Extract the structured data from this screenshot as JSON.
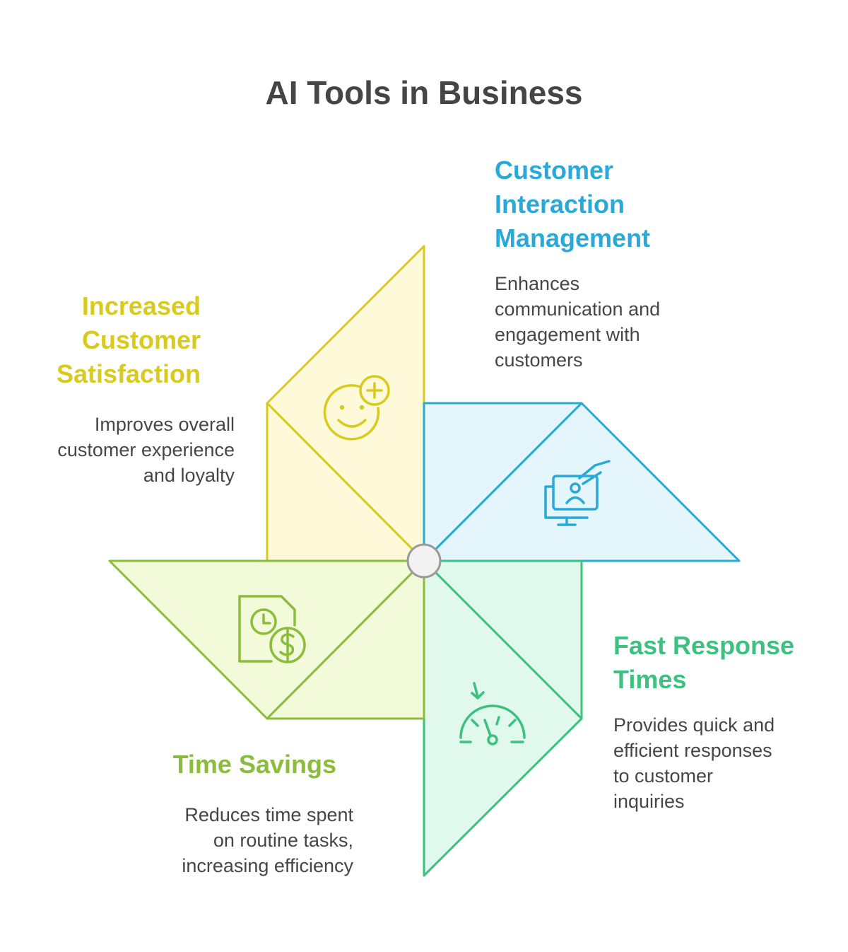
{
  "title": "AI Tools in Business",
  "colors": {
    "yellow": "#d8cb1e",
    "blue": "#28a9d8",
    "green": "#3cc17f",
    "lime": "#8bbc3c",
    "heading_text": "#454545",
    "body_text": "#464646"
  },
  "sections": {
    "satisfaction": {
      "heading": [
        "Increased",
        "Customer",
        "Satisfaction"
      ],
      "description": [
        "Improves overall",
        "customer experience",
        "and loyalty"
      ],
      "icon": "smiley-plus-icon",
      "color": "#d8cb1e"
    },
    "interaction": {
      "heading": [
        "Customer",
        "Interaction",
        "Management"
      ],
      "description": [
        "Enhances",
        "communication and",
        "engagement with",
        "customers"
      ],
      "icon": "monitor-user-icon",
      "color": "#28a9d8"
    },
    "response": {
      "heading": [
        "Fast Response",
        "Times"
      ],
      "description": [
        "Provides quick and",
        "efficient responses",
        "to customer",
        "inquiries"
      ],
      "icon": "speedometer-icon",
      "color": "#3cc17f"
    },
    "savings": {
      "heading": [
        "Time Savings"
      ],
      "description": [
        "Reduces time spent",
        "on routine tasks,",
        "increasing efficiency"
      ],
      "icon": "clock-dollar-icon",
      "color": "#8bbc3c"
    }
  }
}
